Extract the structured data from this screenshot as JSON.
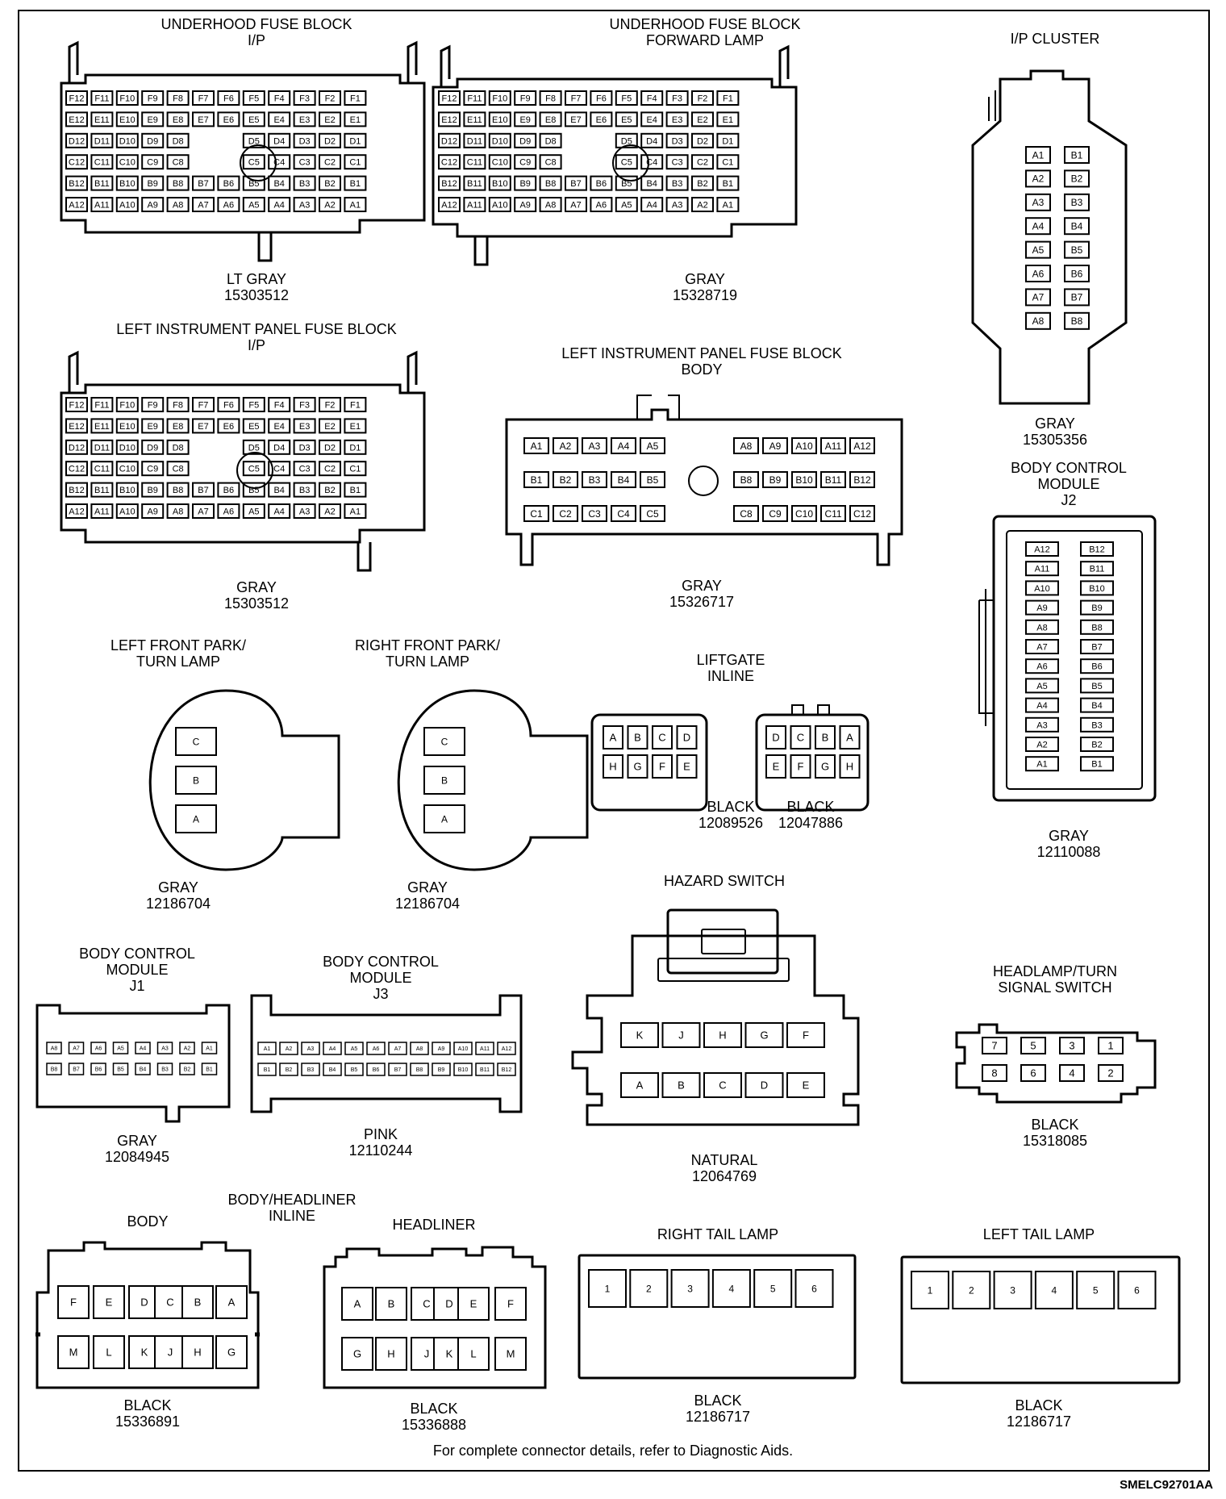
{
  "connectors": [
    {
      "key": "uh_ip",
      "title": "UNDERHOOD FUSE BLOCK\nI/P",
      "color": "LT GRAY",
      "part": "15303512",
      "rows": [
        [
          "F12",
          "F11",
          "F10",
          "F9",
          "F8",
          "F7",
          "F6",
          "F5",
          "F4",
          "F3",
          "F2",
          "F1"
        ],
        [
          "E12",
          "E11",
          "E10",
          "E9",
          "E8",
          "E7",
          "E6",
          "E5",
          "E4",
          "E3",
          "E2",
          "E1"
        ],
        [
          "D12",
          "D11",
          "D10",
          "D9",
          "D8",
          "",
          "",
          "D5",
          "D4",
          "D3",
          "D2",
          "D1"
        ],
        [
          "C12",
          "C11",
          "C10",
          "C9",
          "C8",
          "",
          "",
          "C5",
          "C4",
          "C3",
          "C2",
          "C1"
        ],
        [
          "B12",
          "B11",
          "B10",
          "B9",
          "B8",
          "B7",
          "B6",
          "B5",
          "B4",
          "B3",
          "B2",
          "B1"
        ],
        [
          "A12",
          "A11",
          "A10",
          "A9",
          "A8",
          "A7",
          "A6",
          "A5",
          "A4",
          "A3",
          "A2",
          "A1"
        ]
      ]
    },
    {
      "key": "uh_fwd",
      "title": "UNDERHOOD FUSE BLOCK\nFORWARD LAMP",
      "color": "GRAY",
      "part": "15328719",
      "rows": [
        [
          "F12",
          "F11",
          "F10",
          "F9",
          "F8",
          "F7",
          "F6",
          "F5",
          "F4",
          "F3",
          "F2",
          "F1"
        ],
        [
          "E12",
          "E11",
          "E10",
          "E9",
          "E8",
          "E7",
          "E6",
          "E5",
          "E4",
          "E3",
          "E2",
          "E1"
        ],
        [
          "D12",
          "D11",
          "D10",
          "D9",
          "D8",
          "",
          "",
          "D5",
          "D4",
          "D3",
          "D2",
          "D1"
        ],
        [
          "C12",
          "C11",
          "C10",
          "C9",
          "C8",
          "",
          "",
          "C5",
          "C4",
          "C3",
          "C2",
          "C1"
        ],
        [
          "B12",
          "B11",
          "B10",
          "B9",
          "B8",
          "B7",
          "B6",
          "B5",
          "B4",
          "B3",
          "B2",
          "B1"
        ],
        [
          "A12",
          "A11",
          "A10",
          "A9",
          "A8",
          "A7",
          "A6",
          "A5",
          "A4",
          "A3",
          "A2",
          "A1"
        ]
      ]
    },
    {
      "key": "ip_cluster",
      "title": "I/P CLUSTER",
      "color": "GRAY",
      "part": "15305356",
      "rows": [
        [
          "A1",
          "B1"
        ],
        [
          "A2",
          "B2"
        ],
        [
          "A3",
          "B3"
        ],
        [
          "A4",
          "B4"
        ],
        [
          "A5",
          "B5"
        ],
        [
          "A6",
          "B6"
        ],
        [
          "A7",
          "B7"
        ],
        [
          "A8",
          "B8"
        ]
      ]
    },
    {
      "key": "lip_ip",
      "title": "LEFT INSTRUMENT PANEL FUSE BLOCK\nI/P",
      "color": "GRAY",
      "part": "15303512",
      "rows": [
        [
          "F12",
          "F11",
          "F10",
          "F9",
          "F8",
          "F7",
          "F6",
          "F5",
          "F4",
          "F3",
          "F2",
          "F1"
        ],
        [
          "E12",
          "E11",
          "E10",
          "E9",
          "E8",
          "E7",
          "E6",
          "E5",
          "E4",
          "E3",
          "E2",
          "E1"
        ],
        [
          "D12",
          "D11",
          "D10",
          "D9",
          "D8",
          "",
          "",
          "D5",
          "D4",
          "D3",
          "D2",
          "D1"
        ],
        [
          "C12",
          "C11",
          "C10",
          "C9",
          "C8",
          "",
          "",
          "C5",
          "C4",
          "C3",
          "C2",
          "C1"
        ],
        [
          "B12",
          "B11",
          "B10",
          "B9",
          "B8",
          "B7",
          "B6",
          "B5",
          "B4",
          "B3",
          "B2",
          "B1"
        ],
        [
          "A12",
          "A11",
          "A10",
          "A9",
          "A8",
          "A7",
          "A6",
          "A5",
          "A4",
          "A3",
          "A2",
          "A1"
        ]
      ]
    },
    {
      "key": "lip_body",
      "title": "LEFT INSTRUMENT PANEL FUSE BLOCK\nBODY",
      "color": "GRAY",
      "part": "15326717",
      "rows": [
        [
          "A1",
          "A2",
          "A3",
          "A4",
          "A5",
          "",
          "A8",
          "A9",
          "A10",
          "A11",
          "A12"
        ],
        [
          "B1",
          "B2",
          "B3",
          "B4",
          "B5",
          "",
          "B8",
          "B9",
          "B10",
          "B11",
          "B12"
        ],
        [
          "C1",
          "C2",
          "C3",
          "C4",
          "C5",
          "",
          "C8",
          "C9",
          "C10",
          "C11",
          "C12"
        ]
      ]
    },
    {
      "key": "bcm_j2",
      "title": "BODY CONTROL\nMODULE\nJ2",
      "color": "GRAY",
      "part": "12110088",
      "rows": [
        [
          "A12",
          "B12"
        ],
        [
          "A11",
          "B11"
        ],
        [
          "A10",
          "B10"
        ],
        [
          "A9",
          "B9"
        ],
        [
          "A8",
          "B8"
        ],
        [
          "A7",
          "B7"
        ],
        [
          "A6",
          "B6"
        ],
        [
          "A5",
          "B5"
        ],
        [
          "A4",
          "B4"
        ],
        [
          "A3",
          "B3"
        ],
        [
          "A2",
          "B2"
        ],
        [
          "A1",
          "B1"
        ]
      ]
    },
    {
      "key": "lf_park",
      "title": "LEFT FRONT PARK/\nTURN LAMP",
      "color": "GRAY",
      "part": "12186704",
      "rows": [
        [
          "C"
        ],
        [
          "B"
        ],
        [
          "A"
        ]
      ]
    },
    {
      "key": "rf_park",
      "title": "RIGHT FRONT PARK/\nTURN LAMP",
      "color": "GRAY",
      "part": "12186704",
      "rows": [
        [
          "C"
        ],
        [
          "B"
        ],
        [
          "A"
        ]
      ]
    },
    {
      "key": "lg_a",
      "title": "LIFTGATE\nINLINE",
      "color": "BLACK",
      "part": "12089526",
      "rows": [
        [
          "A",
          "B",
          "C",
          "D"
        ],
        [
          "H",
          "G",
          "F",
          "E"
        ]
      ]
    },
    {
      "key": "lg_b",
      "title": "",
      "color": "BLACK",
      "part": "12047886",
      "rows": [
        [
          "D",
          "C",
          "B",
          "A"
        ],
        [
          "E",
          "F",
          "G",
          "H"
        ]
      ]
    },
    {
      "key": "hazard",
      "title": "HAZARD SWITCH",
      "color": "NATURAL",
      "part": "12064769",
      "rows": [
        [
          "K",
          "J",
          "H",
          "G",
          "F"
        ],
        [
          "A",
          "B",
          "C",
          "D",
          "E"
        ]
      ]
    },
    {
      "key": "bcm_j1",
      "title": "BODY CONTROL\nMODULE\nJ1",
      "color": "GRAY",
      "part": "12084945",
      "rows": [
        [
          "A8",
          "A7",
          "A6",
          "A5",
          "A4",
          "A3",
          "A2",
          "A1"
        ],
        [
          "B8",
          "B7",
          "B6",
          "B5",
          "B4",
          "B3",
          "B2",
          "B1"
        ]
      ]
    },
    {
      "key": "bcm_j3",
      "title": "BODY CONTROL\nMODULE\nJ3",
      "color": "PINK",
      "part": "12110244",
      "rows": [
        [
          "A1",
          "A2",
          "A3",
          "A4",
          "A5",
          "A6",
          "A7",
          "A8",
          "A9",
          "A10",
          "A11",
          "A12"
        ],
        [
          "B1",
          "B2",
          "B3",
          "B4",
          "B5",
          "B6",
          "B7",
          "B8",
          "B9",
          "B10",
          "B11",
          "B12"
        ]
      ]
    },
    {
      "key": "headlamp_sw",
      "title": "HEADLAMP/TURN\nSIGNAL SWITCH",
      "color": "BLACK",
      "part": "15318085",
      "rows": [
        [
          "7",
          "5",
          "3",
          "1"
        ],
        [
          "8",
          "6",
          "4",
          "2"
        ]
      ]
    },
    {
      "key": "body_inline",
      "title": "BODY",
      "color": "BLACK",
      "part": "15336891",
      "rows": [
        [
          "F",
          "E",
          "D",
          "C",
          "B",
          "A"
        ],
        [
          "M",
          "L",
          "K",
          "J",
          "H",
          "G"
        ]
      ]
    },
    {
      "key": "headliner",
      "title": "HEADLINER",
      "color": "BLACK",
      "part": "15336888",
      "rows": [
        [
          "A",
          "B",
          "C",
          "D",
          "E",
          "F"
        ],
        [
          "G",
          "H",
          "J",
          "K",
          "L",
          "M"
        ]
      ]
    },
    {
      "key": "rt_tail",
      "title": "RIGHT TAIL LAMP",
      "color": "BLACK",
      "part": "12186717",
      "rows": [
        [
          "1",
          "2",
          "3",
          "4",
          "5",
          "6"
        ]
      ]
    },
    {
      "key": "lt_tail",
      "title": "LEFT TAIL LAMP",
      "color": "BLACK",
      "part": "12186717",
      "rows": [
        [
          "1",
          "2",
          "3",
          "4",
          "5",
          "6"
        ]
      ]
    }
  ],
  "group_title": "BODY/HEADLINER\nINLINE",
  "footer_note": "For complete connector details, refer to Diagnostic Aids.",
  "drawing_id": "SMELC92701AA"
}
